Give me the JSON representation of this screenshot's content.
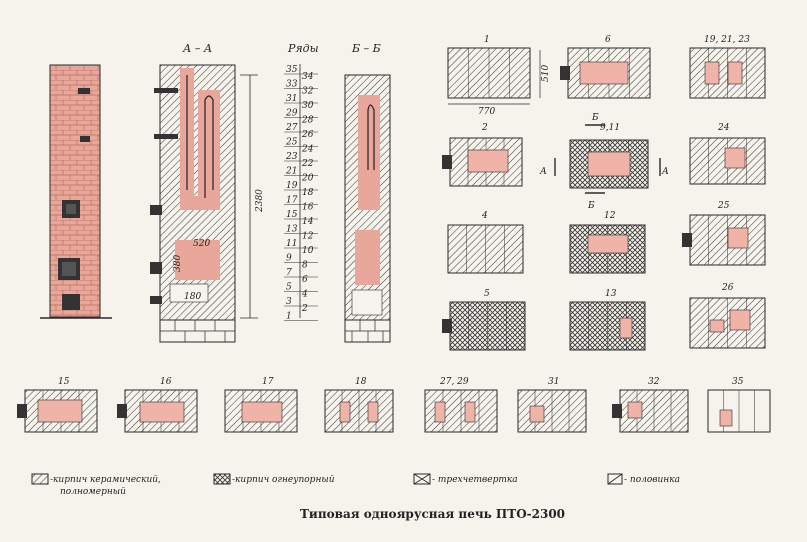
{
  "caption": "Типовая одноярусная печь ПТО-2300",
  "sections": {
    "aa": "А – А",
    "bb": "Б – Б",
    "rows_title": "Ряды"
  },
  "dims": {
    "height": "2380",
    "width": "770",
    "depth": "510",
    "d520": "520",
    "d380": "380",
    "d180": "180"
  },
  "row_numbers_left": [
    "35",
    "33",
    "31",
    "29",
    "27",
    "25",
    "23",
    "21",
    "19",
    "17",
    "15",
    "13",
    "11",
    "9",
    "7",
    "5",
    "3",
    "1"
  ],
  "row_numbers_right": [
    "34",
    "32",
    "30",
    "28",
    "26",
    "24",
    "22",
    "20",
    "18",
    "16",
    "14",
    "12",
    "10",
    "8",
    "6",
    "4",
    "2"
  ],
  "plans": [
    {
      "label": "1"
    },
    {
      "label": "6"
    },
    {
      "label": "19, 21, 23"
    },
    {
      "label": "2"
    },
    {
      "label": "9,11"
    },
    {
      "label": "24"
    },
    {
      "label": "4"
    },
    {
      "label": "12"
    },
    {
      "label": "25"
    },
    {
      "label": "5"
    },
    {
      "label": "13"
    },
    {
      "label": "26"
    },
    {
      "label": "15"
    },
    {
      "label": "16"
    },
    {
      "label": "17"
    },
    {
      "label": "18"
    },
    {
      "label": "27, 29"
    },
    {
      "label": "31"
    },
    {
      "label": "32"
    },
    {
      "label": "35"
    }
  ],
  "cut_marks": {
    "a": "А",
    "b": "Б"
  },
  "legend": [
    {
      "text": "-кирпич керамический,",
      "text2": "полномерный"
    },
    {
      "text": "-кирпич огнеупорный",
      "text2": ""
    },
    {
      "text": "- трехчетвертка",
      "text2": ""
    },
    {
      "text": "- половинка",
      "text2": ""
    }
  ],
  "colors": {
    "brick": "#e8a79a",
    "ink": "#2a2a2a",
    "paper": "#f6f3ec",
    "pink": "#f0b3a8"
  }
}
